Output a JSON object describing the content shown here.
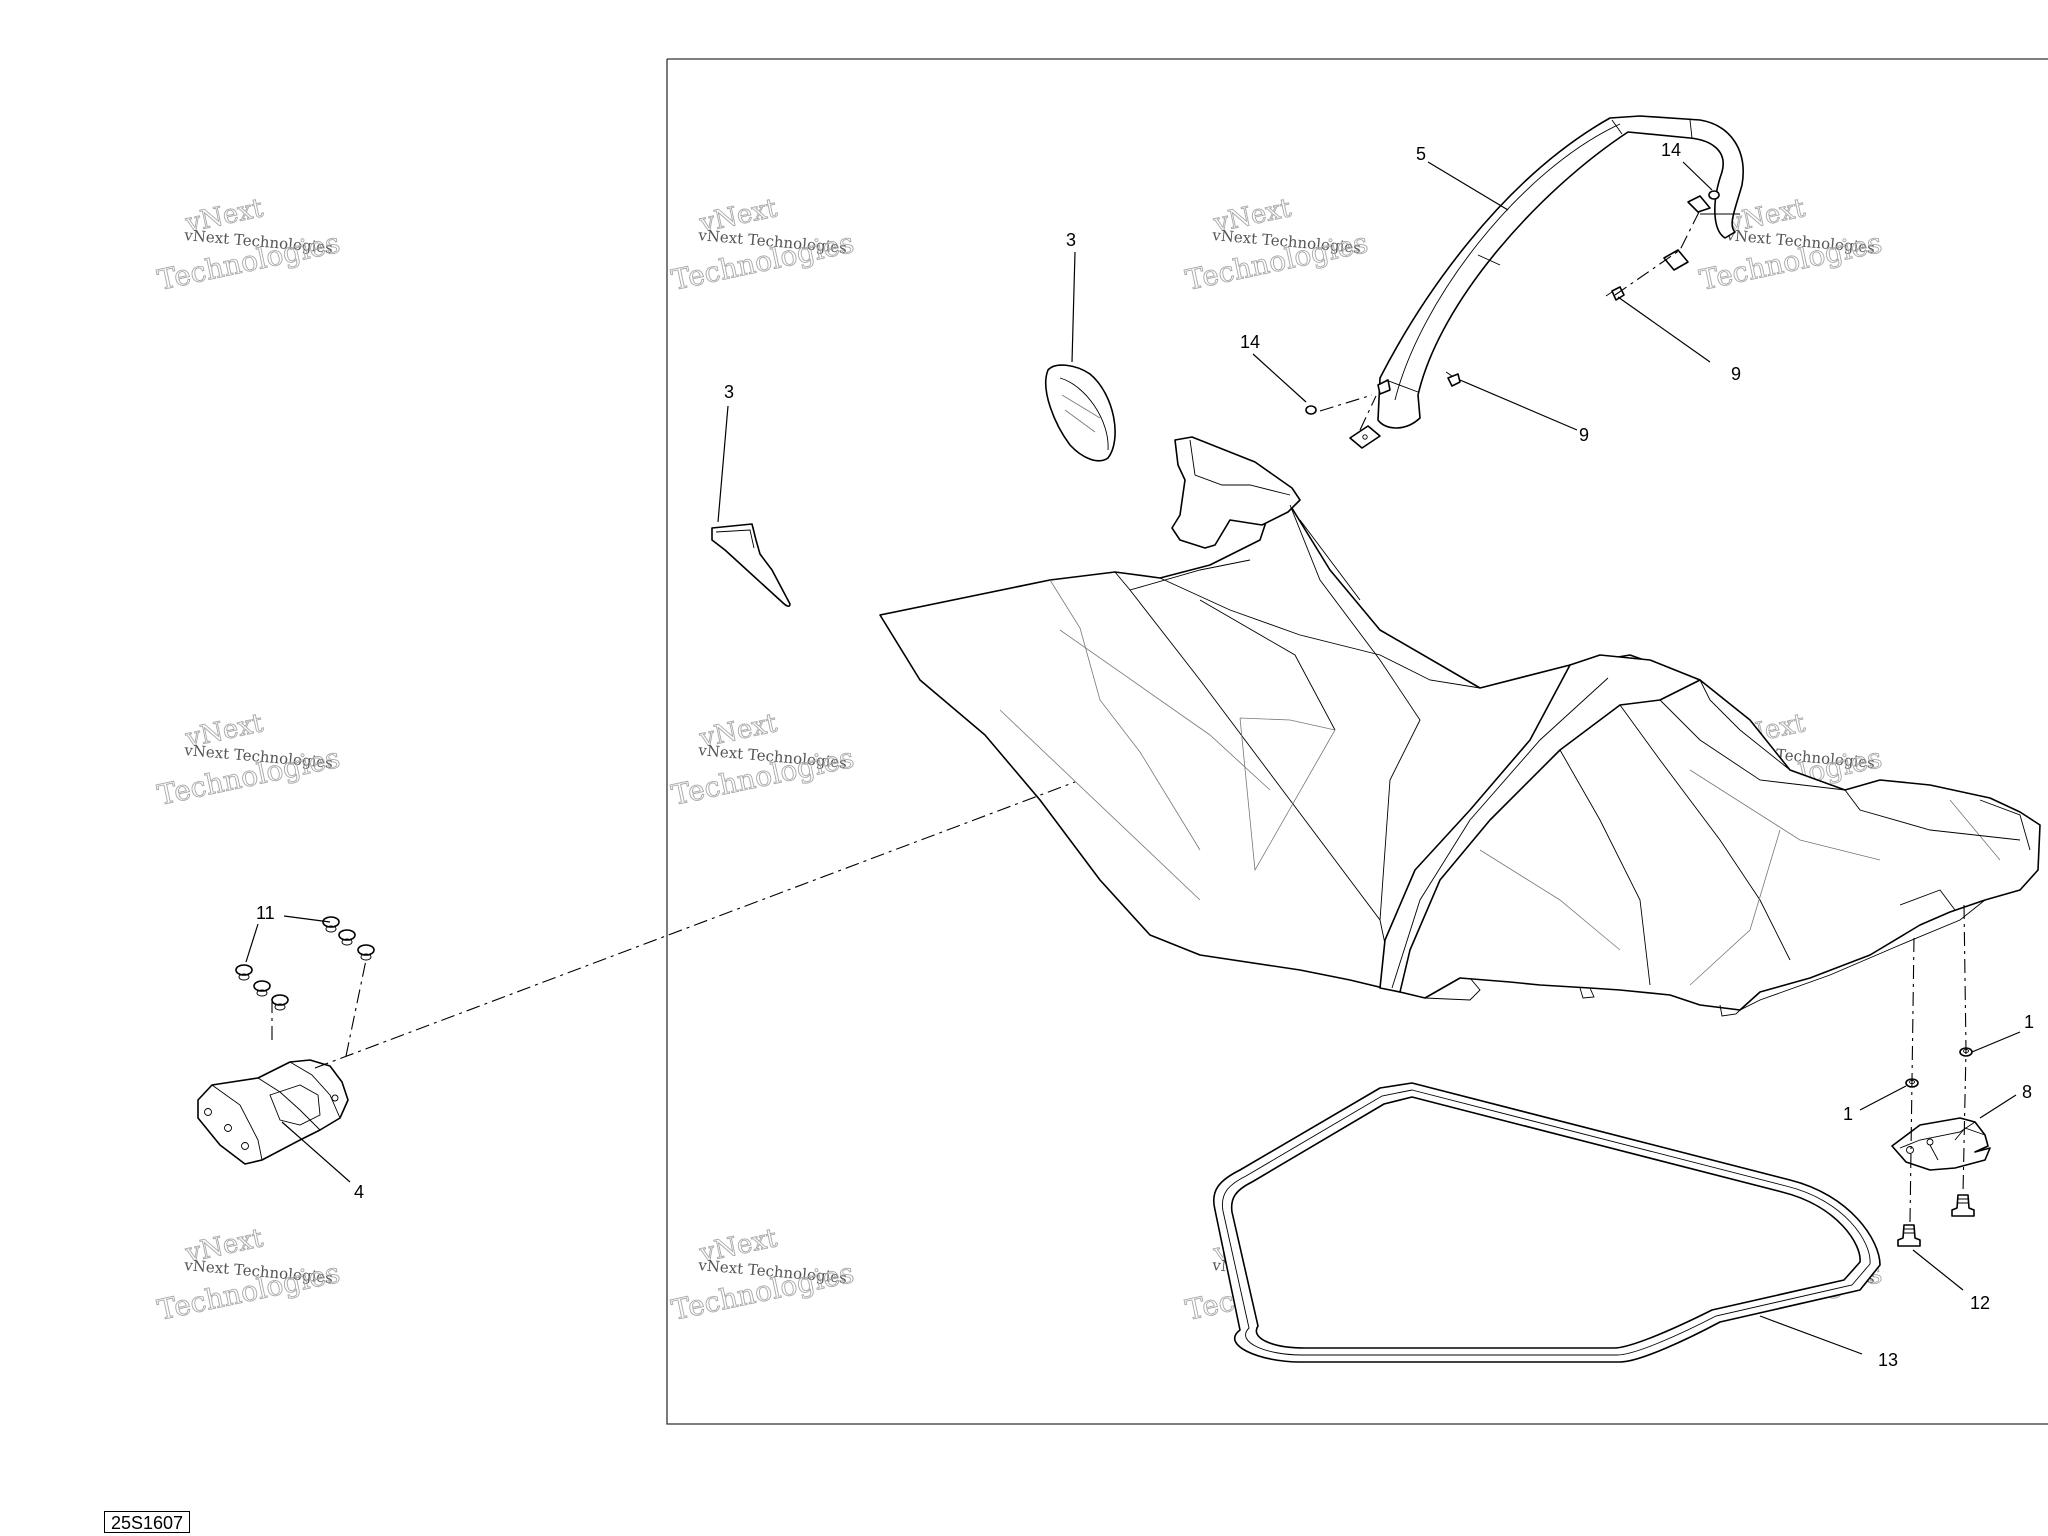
{
  "diagram_code": "25S1607",
  "watermark": {
    "brand": "vNext",
    "tagline": "vNext Technologies",
    "word": "Technologies"
  },
  "callouts": {
    "c1a": "1",
    "c1b": "1",
    "c3a": "3",
    "c3b": "3",
    "c4": "4",
    "c5": "5",
    "c8": "8",
    "c9a": "9",
    "c9b": "9",
    "c11": "11",
    "c12": "12",
    "c13": "13",
    "c14a": "14",
    "c14b": "14"
  },
  "colors": {
    "line": "#000000",
    "watermark": "#a8a8a8",
    "background": "#ffffff"
  }
}
